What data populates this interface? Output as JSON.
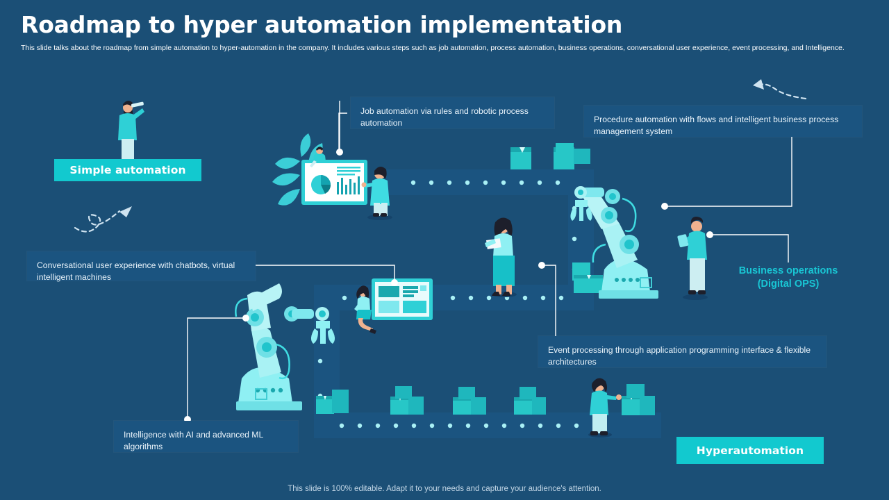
{
  "header": {
    "title": "Roadmap to hyper automation implementation",
    "subtitle": "This slide talks about the roadmap from simple automation to hyper-automation in the company. It includes various steps such as job automation, process automation, business operations, conversational user experience, event processing, and Intelligence."
  },
  "pills": {
    "start": "Simple automation",
    "end": "Hyperautomation"
  },
  "teal_label": {
    "line1": "Business operations",
    "line2": "(Digital OPS)"
  },
  "callouts": [
    {
      "id": "job-automation",
      "text": "Job automation via rules and robotic process automation"
    },
    {
      "id": "procedure-automation",
      "text": "Procedure automation with flows and intelligent business process management system"
    },
    {
      "id": "conversational-ux",
      "text": "Conversational  user experience with chatbots, virtual intelligent machines"
    },
    {
      "id": "event-processing",
      "text": "Event processing through application programming interface & flexible architectures"
    },
    {
      "id": "intelligence-ai",
      "text": "Intelligence with AI and advanced ML algorithms"
    }
  ],
  "footer": {
    "note": "This slide is 100% editable. Adapt it to your needs and capture your audience's attention."
  },
  "colors": {
    "background": "#1b4f76",
    "belt": "#1b5480",
    "accent_teal": "#12c9cf",
    "light_teal": "#8ff0f3",
    "mid_teal": "#27c7c7",
    "label_teal": "#19c6d4",
    "white": "#ffffff"
  },
  "icons": {
    "start_figure": "person-with-telescope-icon",
    "dashboard": "analytics-dashboard-icon",
    "robot_arm_top": "robot-arm-icon",
    "robot_arm_bottom": "robot-arm-icon",
    "conveyor": "conveyor-belt-icon",
    "boxes": "cardboard-boxes-icon",
    "arrow_left": "dashed-arrow-left-icon",
    "arrow_right": "dashed-arrow-right-icon"
  }
}
